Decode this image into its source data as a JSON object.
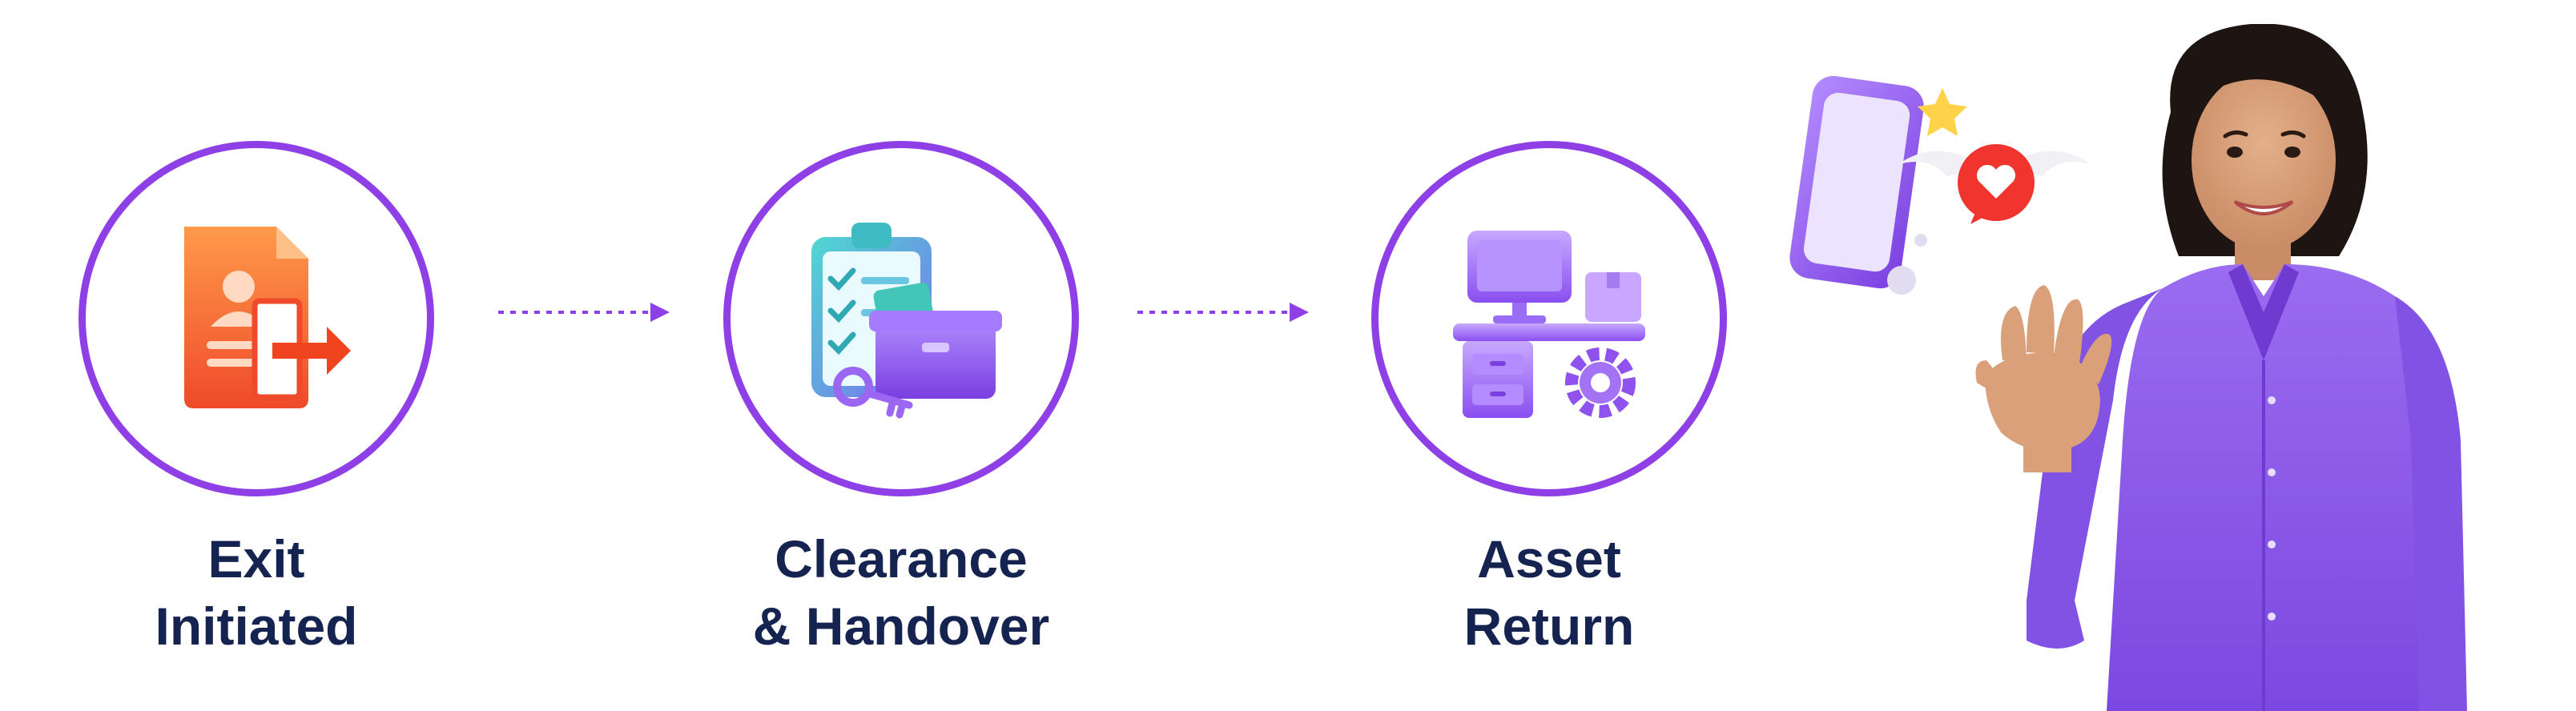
{
  "flow": {
    "steps": [
      {
        "id": "exit-initiated",
        "label_lines": [
          "Exit",
          "Initiated"
        ],
        "icon": "exit-document-icon"
      },
      {
        "id": "clearance-handover",
        "label_lines": [
          "Clearance",
          "& Handover"
        ],
        "icon": "clipboard-box-key-icon"
      },
      {
        "id": "asset-return",
        "label_lines": [
          "Asset",
          "Return"
        ],
        "icon": "desk-computer-gear-icon"
      }
    ],
    "connectors": [
      {
        "from": "exit-initiated",
        "to": "clearance-handover",
        "style": "dashed-arrow"
      },
      {
        "from": "clearance-handover",
        "to": "asset-return",
        "style": "dashed-arrow"
      }
    ]
  },
  "illustration": {
    "subject": "waving-woman-illustration",
    "accent_icons": [
      "phone-icon",
      "heart-bubble-icon",
      "star-icon"
    ]
  },
  "colors": {
    "accent_purple": "#8f3fe6",
    "label_navy": "#14234f",
    "exit_icon_orange": "#f26a2e",
    "clipboard_teal": "#38c7c9",
    "shirt_purple": "#8c5ae6"
  }
}
